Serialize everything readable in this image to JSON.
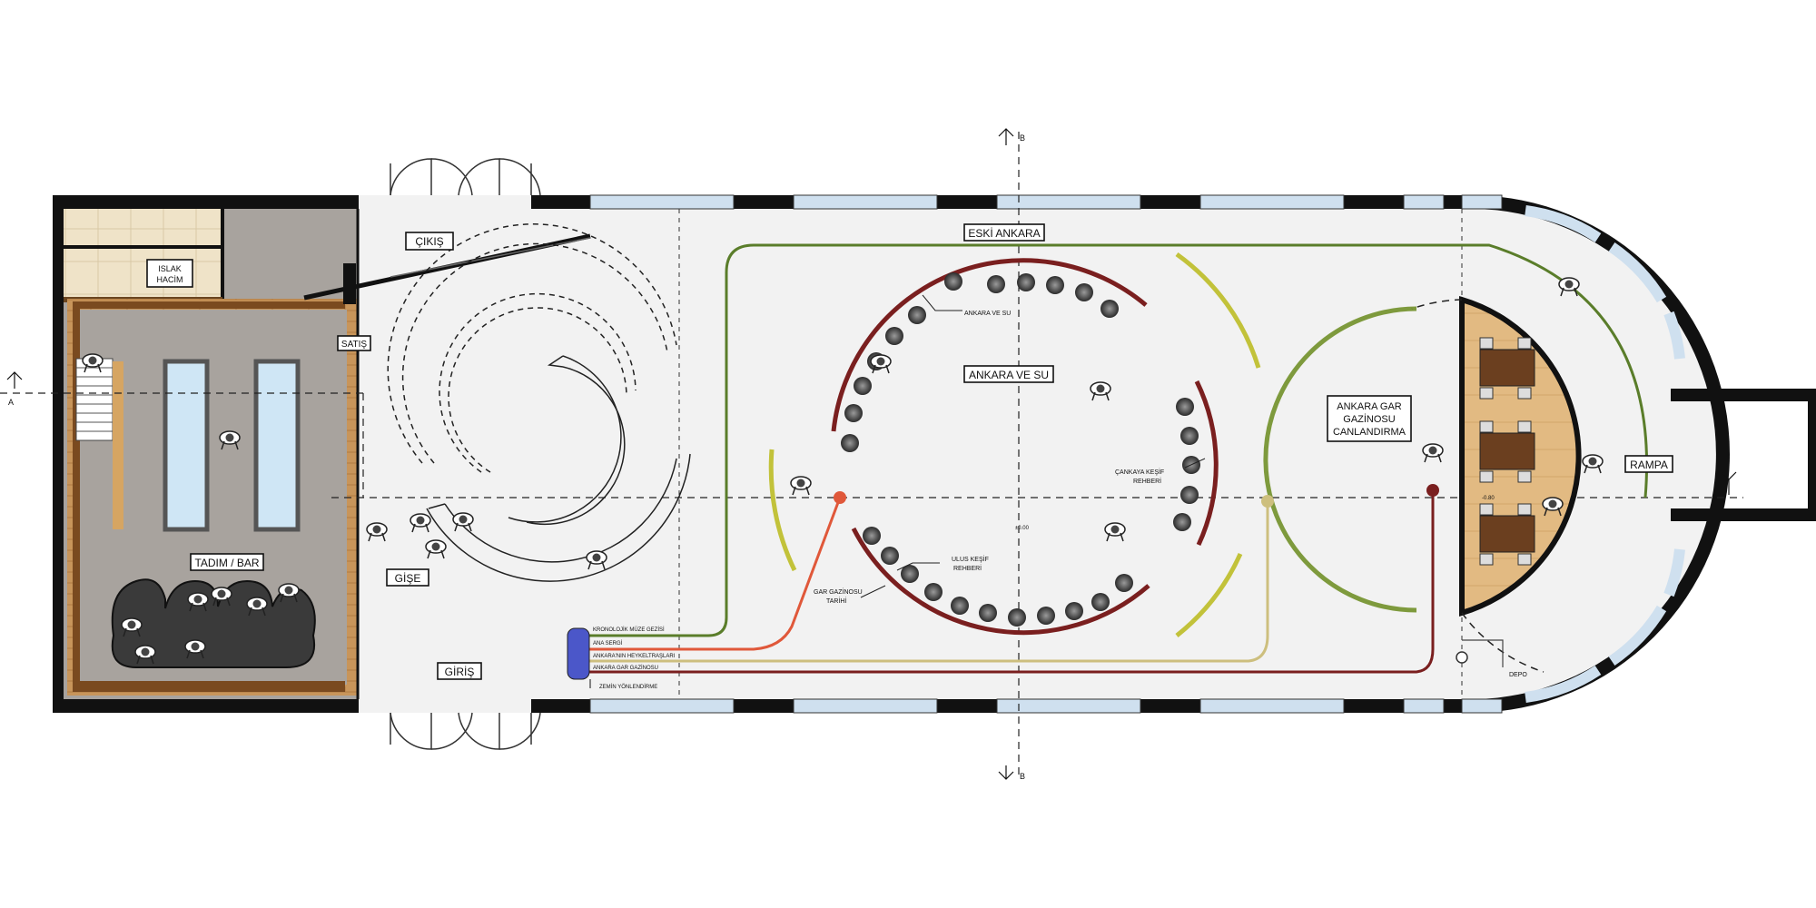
{
  "labels": {
    "cikis": "ÇIKIŞ",
    "islak_1": "ISLAK",
    "islak_2": "HACİM",
    "satis": "SATIŞ",
    "tadim_bar": "TADIM / BAR",
    "gise": "GİŞE",
    "giris": "GİRİŞ",
    "eski_ankara": "ESKİ ANKARA",
    "ankara_ve_su": "ANKARA VE SU",
    "ankara_ve_su_small": "ANKARA VE SU",
    "cankaya_1": "ÇANKAYA KEŞİF",
    "cankaya_2": "REHBERİ",
    "ulus_1": "ULUS KEŞİF",
    "ulus_2": "REHBERİ",
    "gar_tarihi_1": "GAR GAZİNOSU",
    "gar_tarihi_2": "TARİHİ",
    "gar_canlandirma_1": "ANKARA GAR",
    "gar_canlandirma_2": "GAZİNOSU",
    "gar_canlandirma_3": "CANLANDIRMA",
    "rampa": "RAMPA",
    "depo": "DEPO",
    "section_a": "A",
    "section_b": "B",
    "level_1": "±0.00",
    "level_2": "-0.80"
  },
  "route_legend": [
    {
      "label": "KRONOLOJİK MÜZE GEZİSİ",
      "color": "#5a7d2a"
    },
    {
      "label": "ANA SERGİ",
      "color": "#e0583a"
    },
    {
      "label": "ANKARA'NIN HEYKELTRAŞLARI",
      "color": "#cdbf7e"
    },
    {
      "label": "ANKARA GAR GAZİNOSU",
      "color": "#7a1f1f"
    },
    {
      "label": "ZEMİN YÖNLENDİRME",
      "color": "#4b57c9"
    }
  ],
  "colors": {
    "wall": "#111111",
    "floor": "#f2f2f2",
    "concrete": "#a8a39e",
    "wood": "#b5853f",
    "window": "#cfe0ef",
    "exhibit_red": "#7a1f1f",
    "exhibit_yellow": "#c2c23a",
    "route_green": "#5a7d2a"
  }
}
